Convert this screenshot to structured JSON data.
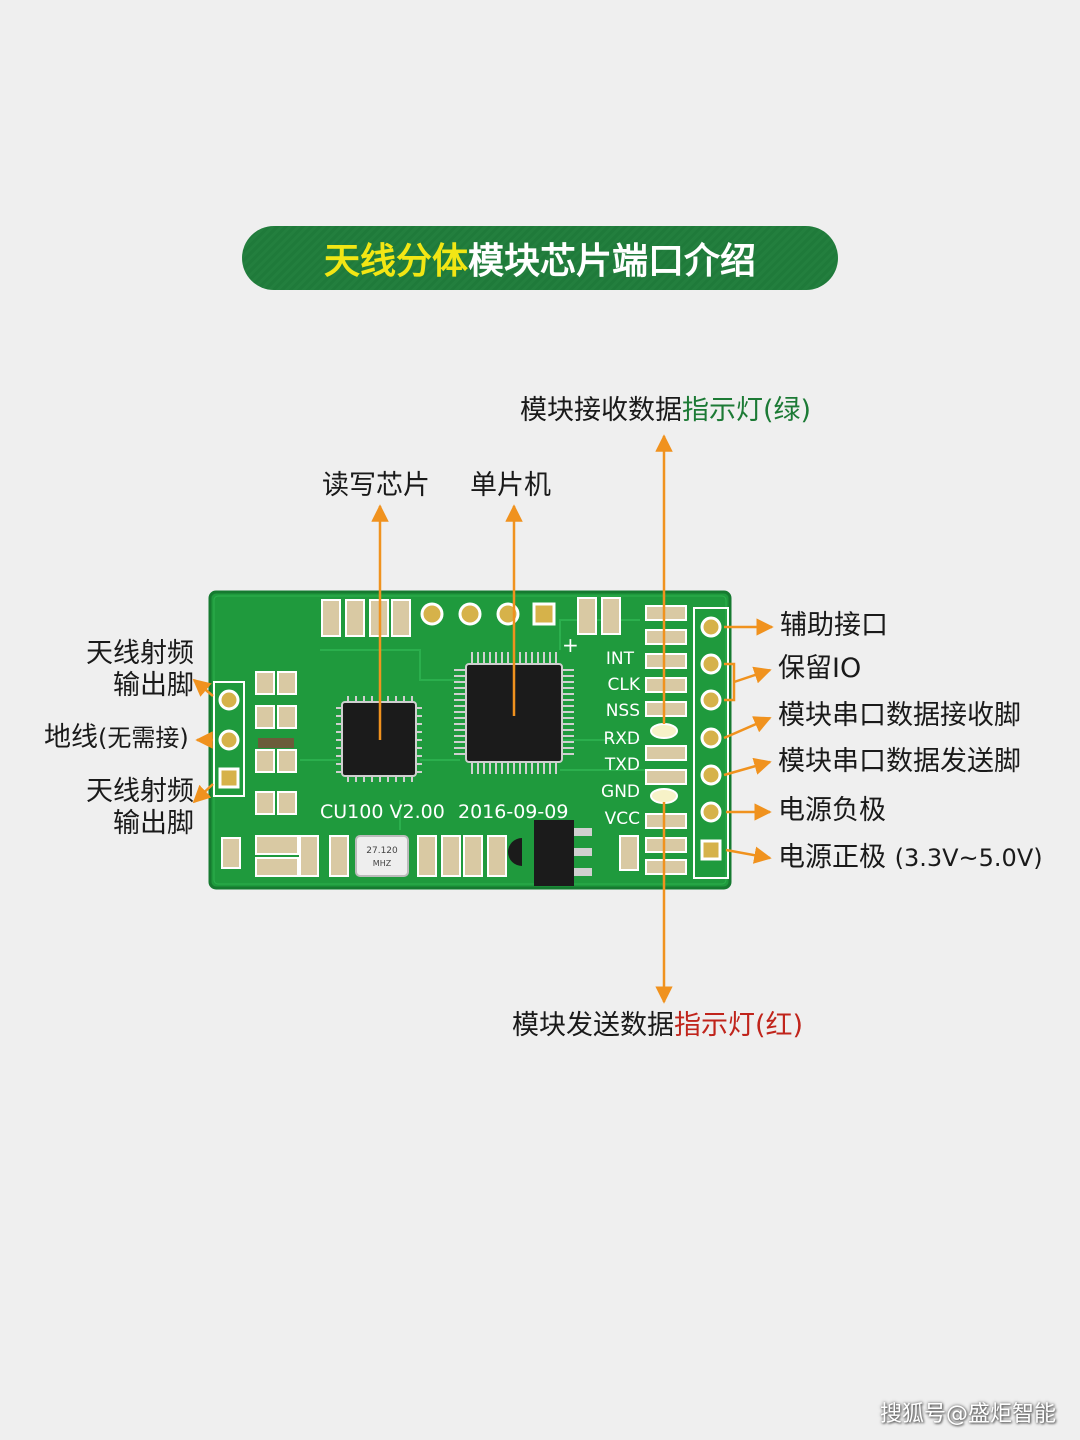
{
  "banner": {
    "highlight": "天线分体",
    "rest": "模块芯片端口介绍"
  },
  "labels": {
    "rx_led_prefix": "模块接收数据",
    "rx_led_suffix": "指示灯(绿)",
    "tx_led_prefix": "模块发送数据",
    "tx_led_suffix": "指示灯(红)",
    "rw_chip": "读写芯片",
    "mcu": "单片机",
    "antenna_rf_1_line1": "天线射频",
    "antenna_rf_1_line2": "输出脚",
    "ground_main": "地线",
    "ground_note": "(无需接)",
    "antenna_rf_2_line1": "天线射频",
    "antenna_rf_2_line2": "输出脚",
    "aux_port": "辅助接口",
    "reserved_io": "保留IO",
    "uart_rx": "模块串口数据接收脚",
    "uart_tx": "模块串口数据发送脚",
    "power_neg": "电源负极",
    "power_pos": "电源正极",
    "power_pos_range": "(3.3V~5.0V)"
  },
  "board": {
    "silkscreen_model": "CU100 V2.00",
    "silkscreen_date": "2016-09-09",
    "crystal_line1": "27.120",
    "crystal_line2": "MHZ",
    "pins": [
      "INT",
      "CLK",
      "NSS",
      "RXD",
      "TXD",
      "GND",
      "VCC"
    ]
  },
  "watermark": "搜狐号@盛炬智能",
  "colors": {
    "accent_orange": "#f0921e",
    "pcb_green": "#1f9a3d",
    "banner_green": "#1f7a3a",
    "title_yellow": "#f2e614"
  }
}
